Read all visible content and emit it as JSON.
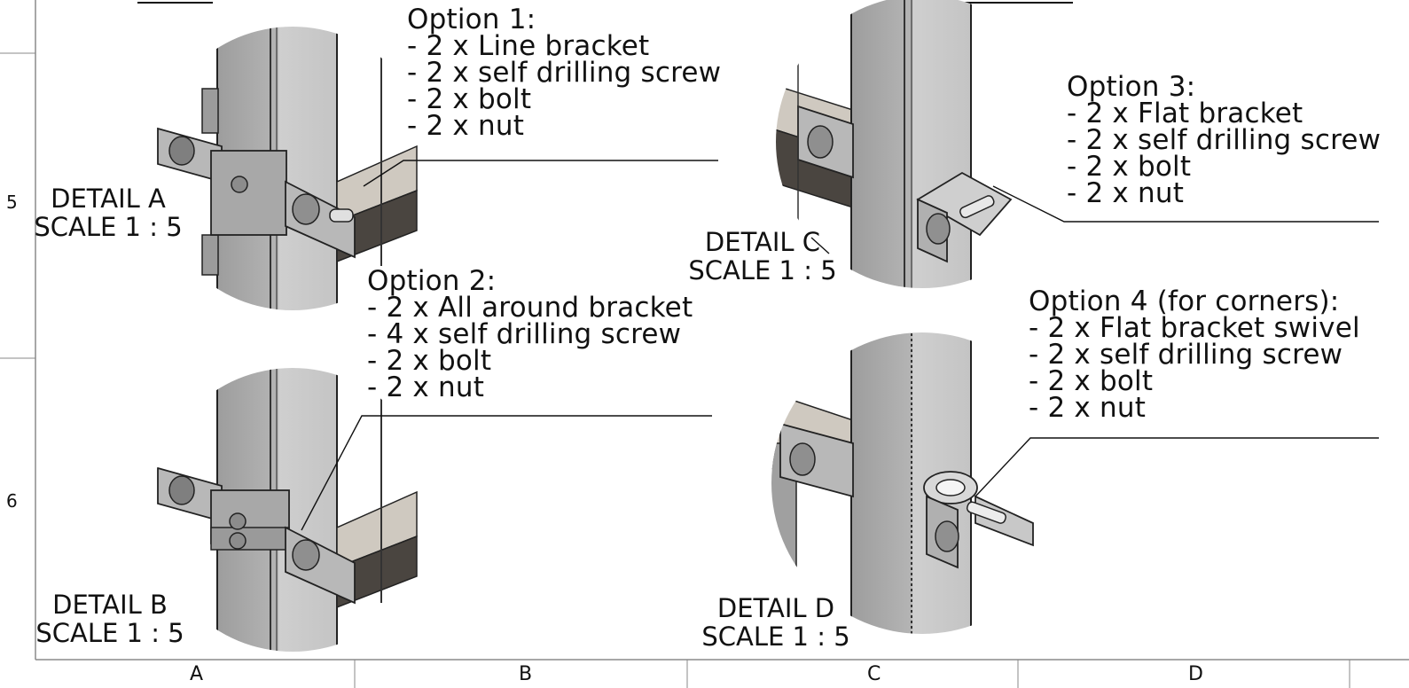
{
  "colors": {
    "line": "#111111",
    "frame": "#8a8a8a",
    "post_light": "#c6c6c6",
    "post_mid": "#a9a9a9",
    "post_dark": "#8c8c8c",
    "rail_top": "#cfc9c0",
    "rail_side": "#4a4540",
    "bracket": "#b8b8b8"
  },
  "row_labels": [
    "5",
    "6"
  ],
  "column_labels": [
    "A",
    "B",
    "C",
    "D"
  ],
  "details": [
    {
      "name": "DETAIL A",
      "scale": "SCALE 1 : 5"
    },
    {
      "name": "DETAIL B",
      "scale": "SCALE 1 : 5"
    },
    {
      "name": "DETAIL C",
      "scale": "SCALE 1 : 5"
    },
    {
      "name": "DETAIL D",
      "scale": "SCALE 1 : 5"
    }
  ],
  "options": [
    {
      "title": "Option 1:",
      "items": [
        "- 2 x Line bracket",
        "- 2 x self drilling screw",
        "- 2 x bolt",
        "- 2 x nut"
      ]
    },
    {
      "title": "Option 2:",
      "items": [
        "- 2 x All around bracket",
        "- 4 x self drilling screw",
        "- 2 x bolt",
        "- 2 x nut"
      ]
    },
    {
      "title": "Option 3:",
      "items": [
        "- 2 x Flat bracket",
        "- 2 x self drilling screw",
        "- 2 x bolt",
        "- 2 x nut"
      ]
    },
    {
      "title": "Option 4 (for corners):",
      "items": [
        "- 2 x Flat bracket swivel",
        "- 2 x self drilling screw",
        "- 2 x bolt",
        "- 2 x nut"
      ]
    }
  ]
}
